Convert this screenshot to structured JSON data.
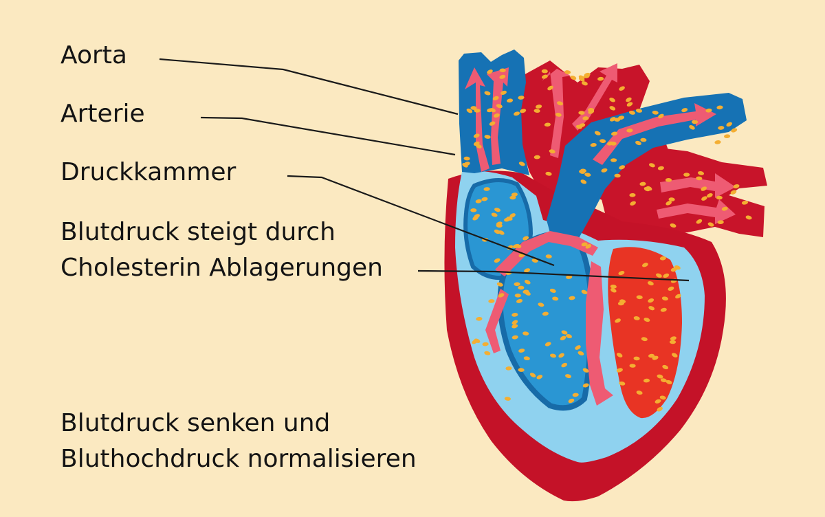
{
  "colors": {
    "background": "#fbe9c1",
    "outer_wall": "#c41228",
    "inner_light": "#8fd2ef",
    "chamber_blue": "#2a96d3",
    "chamber_edge": "#176ba8",
    "vessel_blue": "#1672b4",
    "vessel_red": "#c8142a",
    "chamber_red": "#e83424",
    "flow_pink": "#ee5b73",
    "dot": "#f4ae32",
    "leader": "#1a1a1a",
    "text": "#141414"
  },
  "labels": {
    "aorta": "Aorta",
    "arterie": "Arterie",
    "druckkammer": "Druckkammer",
    "cholesterol_line1": "Blutdruck steigt durch",
    "cholesterol_line2": "Cholesterin Ablagerungen"
  },
  "caption": {
    "line1": "Blutdruck senken und",
    "line2": "Bluthochdruck normalisieren"
  }
}
